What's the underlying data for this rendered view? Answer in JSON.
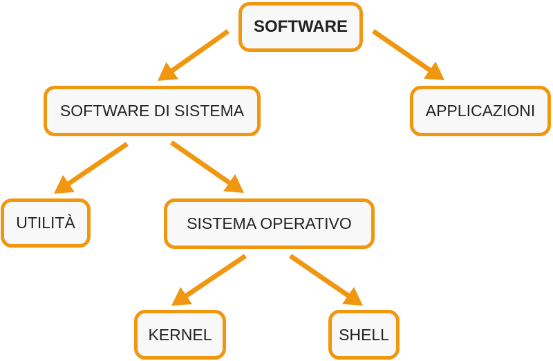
{
  "colors": {
    "accent": "#f0960f",
    "node_fill": "#f8f8f8",
    "text": "#222222"
  },
  "nodes": {
    "software": "SOFTWARE",
    "system_software": "SOFTWARE DI SISTEMA",
    "applications": "APPLICAZIONI",
    "utilities": "UTILITÀ",
    "operating_system": "SISTEMA OPERATIVO",
    "kernel": "KERNEL",
    "shell": "SHELL"
  },
  "edges": [
    {
      "from": "software",
      "to": "system_software"
    },
    {
      "from": "software",
      "to": "applications"
    },
    {
      "from": "system_software",
      "to": "utilities"
    },
    {
      "from": "system_software",
      "to": "operating_system"
    },
    {
      "from": "operating_system",
      "to": "kernel"
    },
    {
      "from": "operating_system",
      "to": "shell"
    }
  ]
}
